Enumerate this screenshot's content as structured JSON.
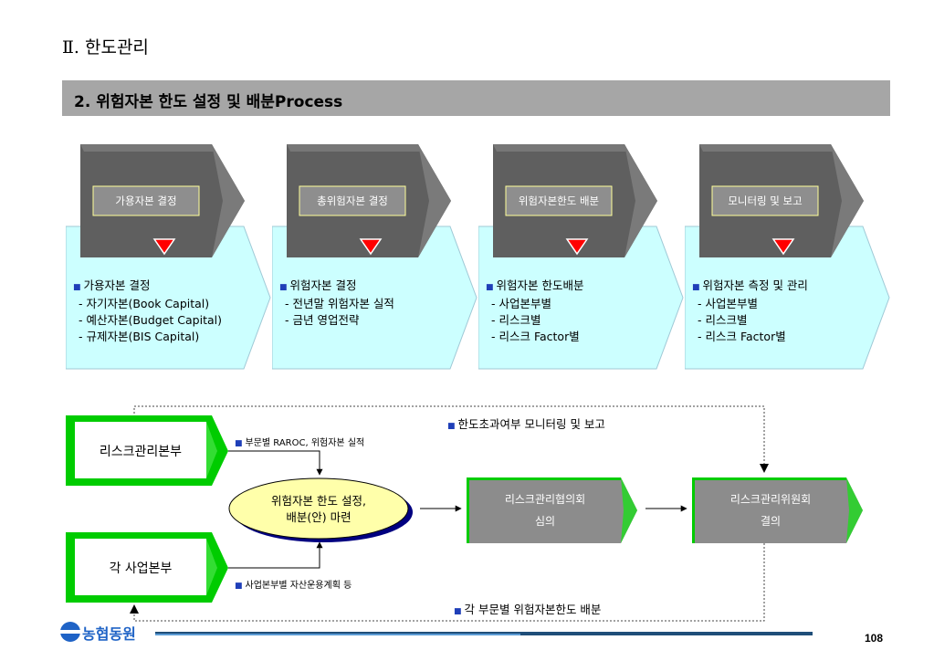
{
  "header": {
    "section": "Ⅱ. 한도관리",
    "subtitle": "2. 위험자본 한도 설정 및 배분Process"
  },
  "process_steps": [
    {
      "title": "가용자본 결정",
      "desc": [
        {
          "text": "가용자본 결정",
          "bullet": true
        },
        {
          "text": "- 자기자본(Book Capital)"
        },
        {
          "text": "- 예산자본(Budget Capital)"
        },
        {
          "text": "- 규제자본(BIS Capital)"
        }
      ]
    },
    {
      "title": "총위험자본 결정",
      "desc": [
        {
          "text": "위험자본 결정",
          "bullet": true
        },
        {
          "text": "- 전년말 위험자본 실적"
        },
        {
          "text": "- 금년 영업전략"
        }
      ]
    },
    {
      "title": "위험자본한도 배분",
      "desc": [
        {
          "text": "위험자본 한도배분",
          "bullet": true
        },
        {
          "text": "- 사업본부별"
        },
        {
          "text": "- 리스크별"
        },
        {
          "text": "- 리스크 Factor별"
        }
      ]
    },
    {
      "title": "모니터링 및 보고",
      "desc": [
        {
          "text": "위험자본 측정 및 관리",
          "bullet": true
        },
        {
          "text": "- 사업본부별"
        },
        {
          "text": "- 리스크별"
        },
        {
          "text": "- 리스크 Factor별"
        }
      ]
    }
  ],
  "flow": {
    "risk_dept": "리스크관리본부",
    "biz_dept": "각 사업본부",
    "note_top": "부문별 RAROC, 위험자본 실적",
    "note_bottom": "사업본부별 자산운용계획 등",
    "center_line1": "위험자본 한도 설정,",
    "center_line2": "배분(안) 마련",
    "council_line1": "리스크관리협의회",
    "council_line2": "심의",
    "committee_line1": "리스크관리위원회",
    "committee_line2": "결의",
    "monitor_label": "한도초과여부 모니터링 및 보고",
    "distribute_label": "각 부문별 위험자본한도 배분"
  },
  "footer": {
    "logo": "농협동원",
    "page_number": "108"
  },
  "colors": {
    "dark_box": "#5f5f5f",
    "light_panel": "#ccffff",
    "green": "#00cc00",
    "gray_box": "#8c8c8c",
    "oval": "#ffffaa",
    "marker_red": "#ff0000",
    "footer_bar": "#1f4e79"
  }
}
